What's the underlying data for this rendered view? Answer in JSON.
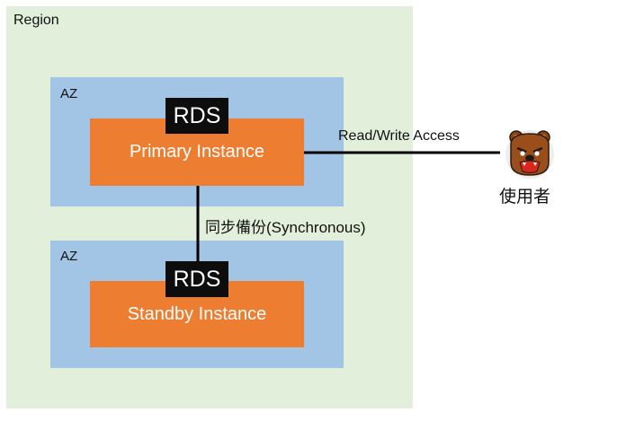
{
  "region": {
    "label": "Region"
  },
  "zones": [
    {
      "label": "AZ",
      "badge": "RDS",
      "instance": "Primary Instance"
    },
    {
      "label": "AZ",
      "badge": "RDS",
      "instance": "Standby Instance"
    }
  ],
  "links": {
    "sync_label": "同步備份(Synchronous)",
    "access_label": "Read/Write Access"
  },
  "user": {
    "label": "使用者",
    "icon": "bear-user-icon"
  },
  "colors": {
    "region_bg": "#e2efda",
    "az_bg": "#a2c4e5",
    "instance_bg": "#ed7d31",
    "badge_bg": "#0d0d0d"
  }
}
